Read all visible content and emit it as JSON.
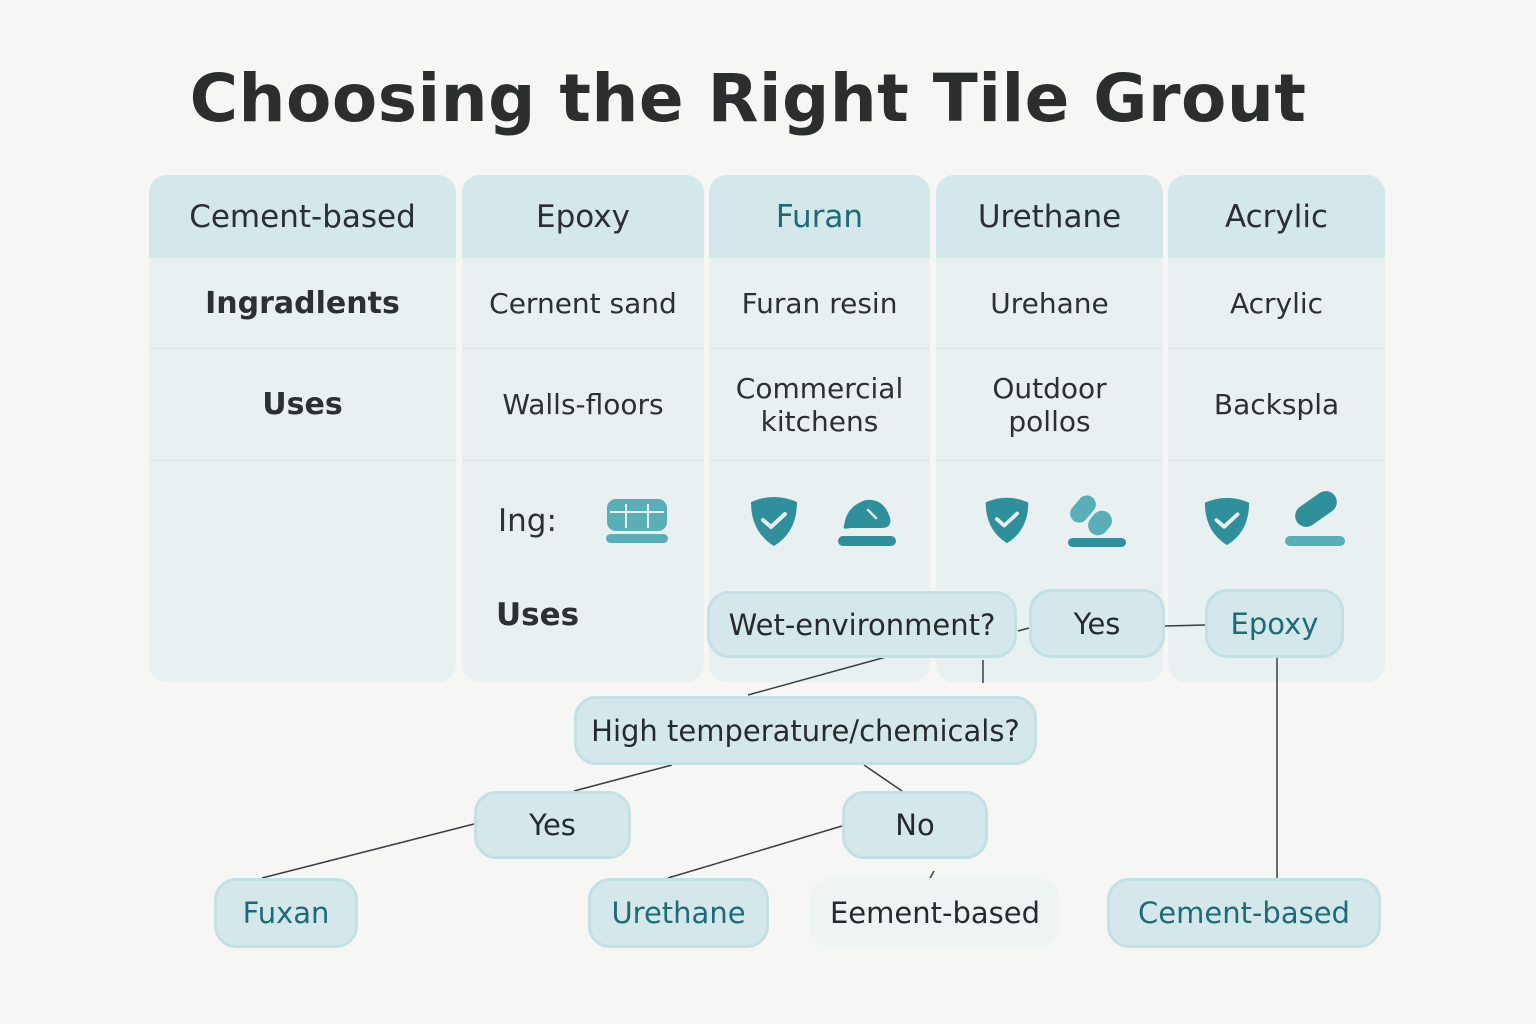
{
  "title": "Choosing the Right Tile Grout",
  "columns": [
    {
      "header": "Cement-based",
      "ingredients": "Ingradlents",
      "uses": "Uses"
    },
    {
      "header": "Epoxy",
      "ingredients": "Cernent sand",
      "uses": "Walls-floors"
    },
    {
      "header": "Furan",
      "ingredients": "Furan resin",
      "uses_line1": "Commercial",
      "uses_line2": "kitchens"
    },
    {
      "header": "Urethane",
      "ingredients": "Urehane",
      "uses_line1": "Outdoor",
      "uses_line2": "pollos"
    },
    {
      "header": "Acrylic",
      "ingredients": "Acrylic",
      "uses": "Backspla"
    }
  ],
  "legend": {
    "ing_label": "Ing:",
    "uses_label": "Uses"
  },
  "icons": {
    "ingredient": "grout-bag-icon",
    "approved": "shield-check-icon",
    "tool": "grout-float-icon"
  },
  "flow": {
    "wet_question": "Wet-environment?",
    "wet_yes": "Yes",
    "wet_yes_result": "Epoxy",
    "high_temp_question": "High temperature/chemicals?",
    "temp_yes": "Yes",
    "temp_no": "No",
    "result_furan": "Fuxan",
    "result_urethane": "Urethane",
    "result_cement_faded": "Eement-based",
    "result_cement": "Cement-based"
  },
  "colors": {
    "teal": "#2f8f9b",
    "teal_light": "#5aaeb7",
    "header_bg": "#d4e7ea",
    "panel_bg": "#e9f0f1"
  }
}
